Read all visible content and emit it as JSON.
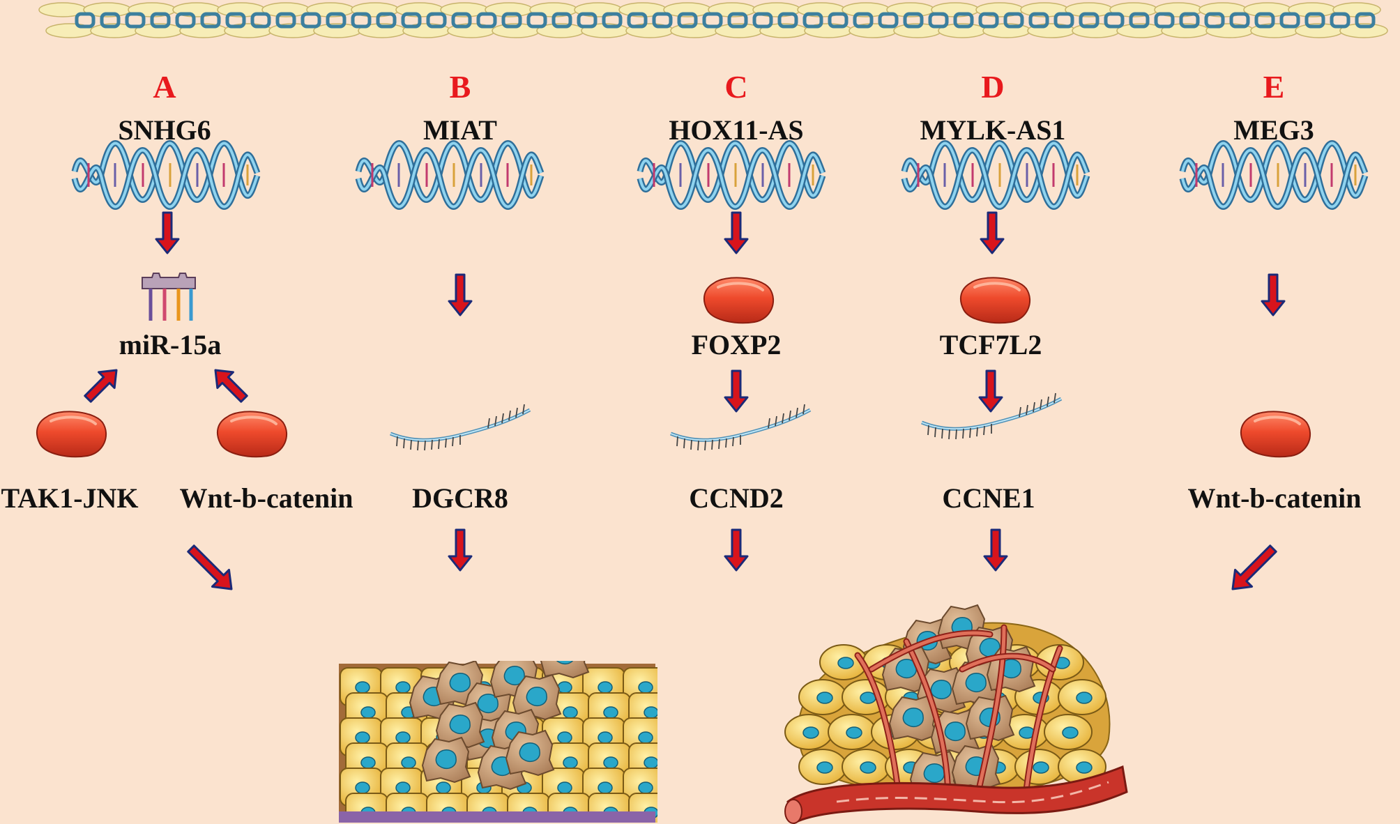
{
  "colors": {
    "background": "#fbe3cf",
    "letter": "#e8191d",
    "arrow_fill": "#d8141c",
    "arrow_outline": "#1b2a78",
    "protein": "#e94a2c",
    "dna": "#5ab0d6",
    "cell": "#f2c040",
    "nucleus": "#2aa7c9",
    "tumor_cell": "#c99a73",
    "vessel": "#c9342a"
  },
  "icons": [
    "lncrna-helix-icon",
    "mirna-icon",
    "protein-icon",
    "mrna-strand-icon",
    "tissue-icon"
  ],
  "panels": [
    {
      "letter": "A",
      "lncrna": "SNHG6"
    },
    {
      "letter": "B",
      "lncrna": "MIAT"
    },
    {
      "letter": "C",
      "lncrna": "HOX11-AS"
    },
    {
      "letter": "D",
      "lncrna": "MYLK-AS1"
    },
    {
      "letter": "E",
      "lncrna": "MEG3"
    }
  ],
  "labels": {
    "mir15a": "miR-15a",
    "tak1": "TAK1-JNK",
    "wnt_a": "Wnt-b-catenin",
    "dgcr8": "DGCR8",
    "foxp2": "FOXP2",
    "ccnd2": "CCND2",
    "tcf7l2": "TCF7L2",
    "ccne1": "CCNE1",
    "wnt_e": "Wnt-b-catenin"
  }
}
